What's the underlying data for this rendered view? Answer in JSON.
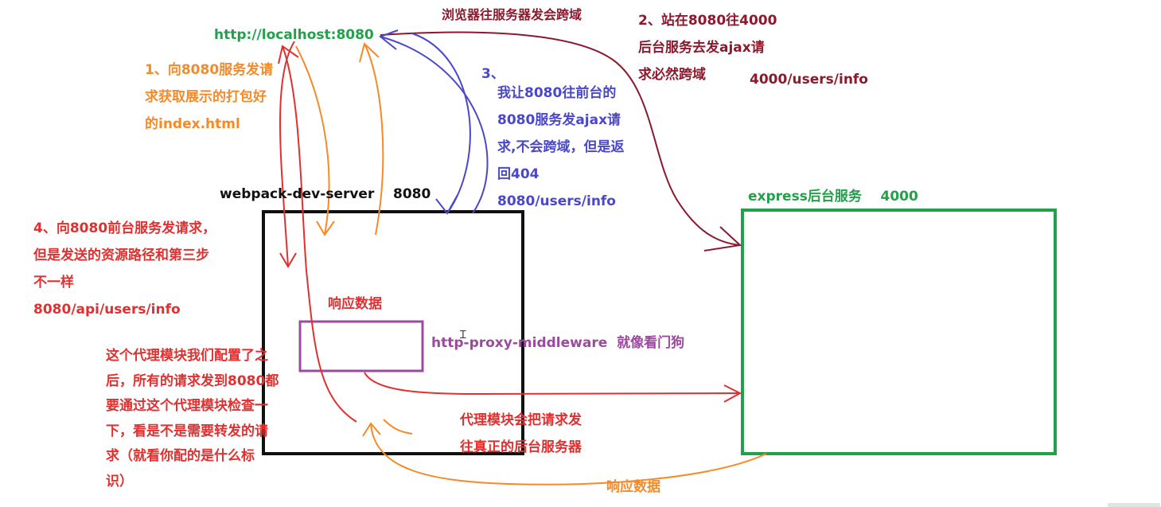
{
  "labels": {
    "localhost": "http://localhost:8080",
    "browser_cors": "浏览器往服务器发会跨域",
    "step1": "1、向8080服务发请\n求获取展示的打包好\n的index.html",
    "step2": "2、站在8080往4000\n后台服务去发ajax请\n求必然跨域",
    "step2_path": "4000/users/info",
    "step3_num": "3、",
    "step3": "我让8080往前台的\n8080服务发ajax请\n求,不会跨域，但是返\n回404\n8080/users/info",
    "devserver": "webpack-dev-server    8080",
    "express": "express后台服务    4000",
    "step4": "4、向8080前台服务发请求，\n但是发送的资源路径和第三步\n不一样\n8080/api/users/info",
    "response_top": "响应数据",
    "proxy": "http-proxy-middleware  就像看门狗",
    "proxy_note": "这个代理模块我们配置了之\n后，所有的请求发到8080都\n要通过这个代理模块检查一\n下，看是不是需要转发的请\n求（就看你配的是什么标\n识）",
    "forward_note": "代理模块会把请求发\n往真正的后台服务器",
    "response_bottom": "响应数据"
  },
  "colors": {
    "green": "#22a04a",
    "orange": "#f58a28",
    "maroon": "#8b1a2e",
    "blue": "#4a48c8",
    "red": "#e03030",
    "purple": "#9c4aa0",
    "black": "#111111"
  },
  "icons": {
    "cursor": "text-cursor-icon"
  }
}
